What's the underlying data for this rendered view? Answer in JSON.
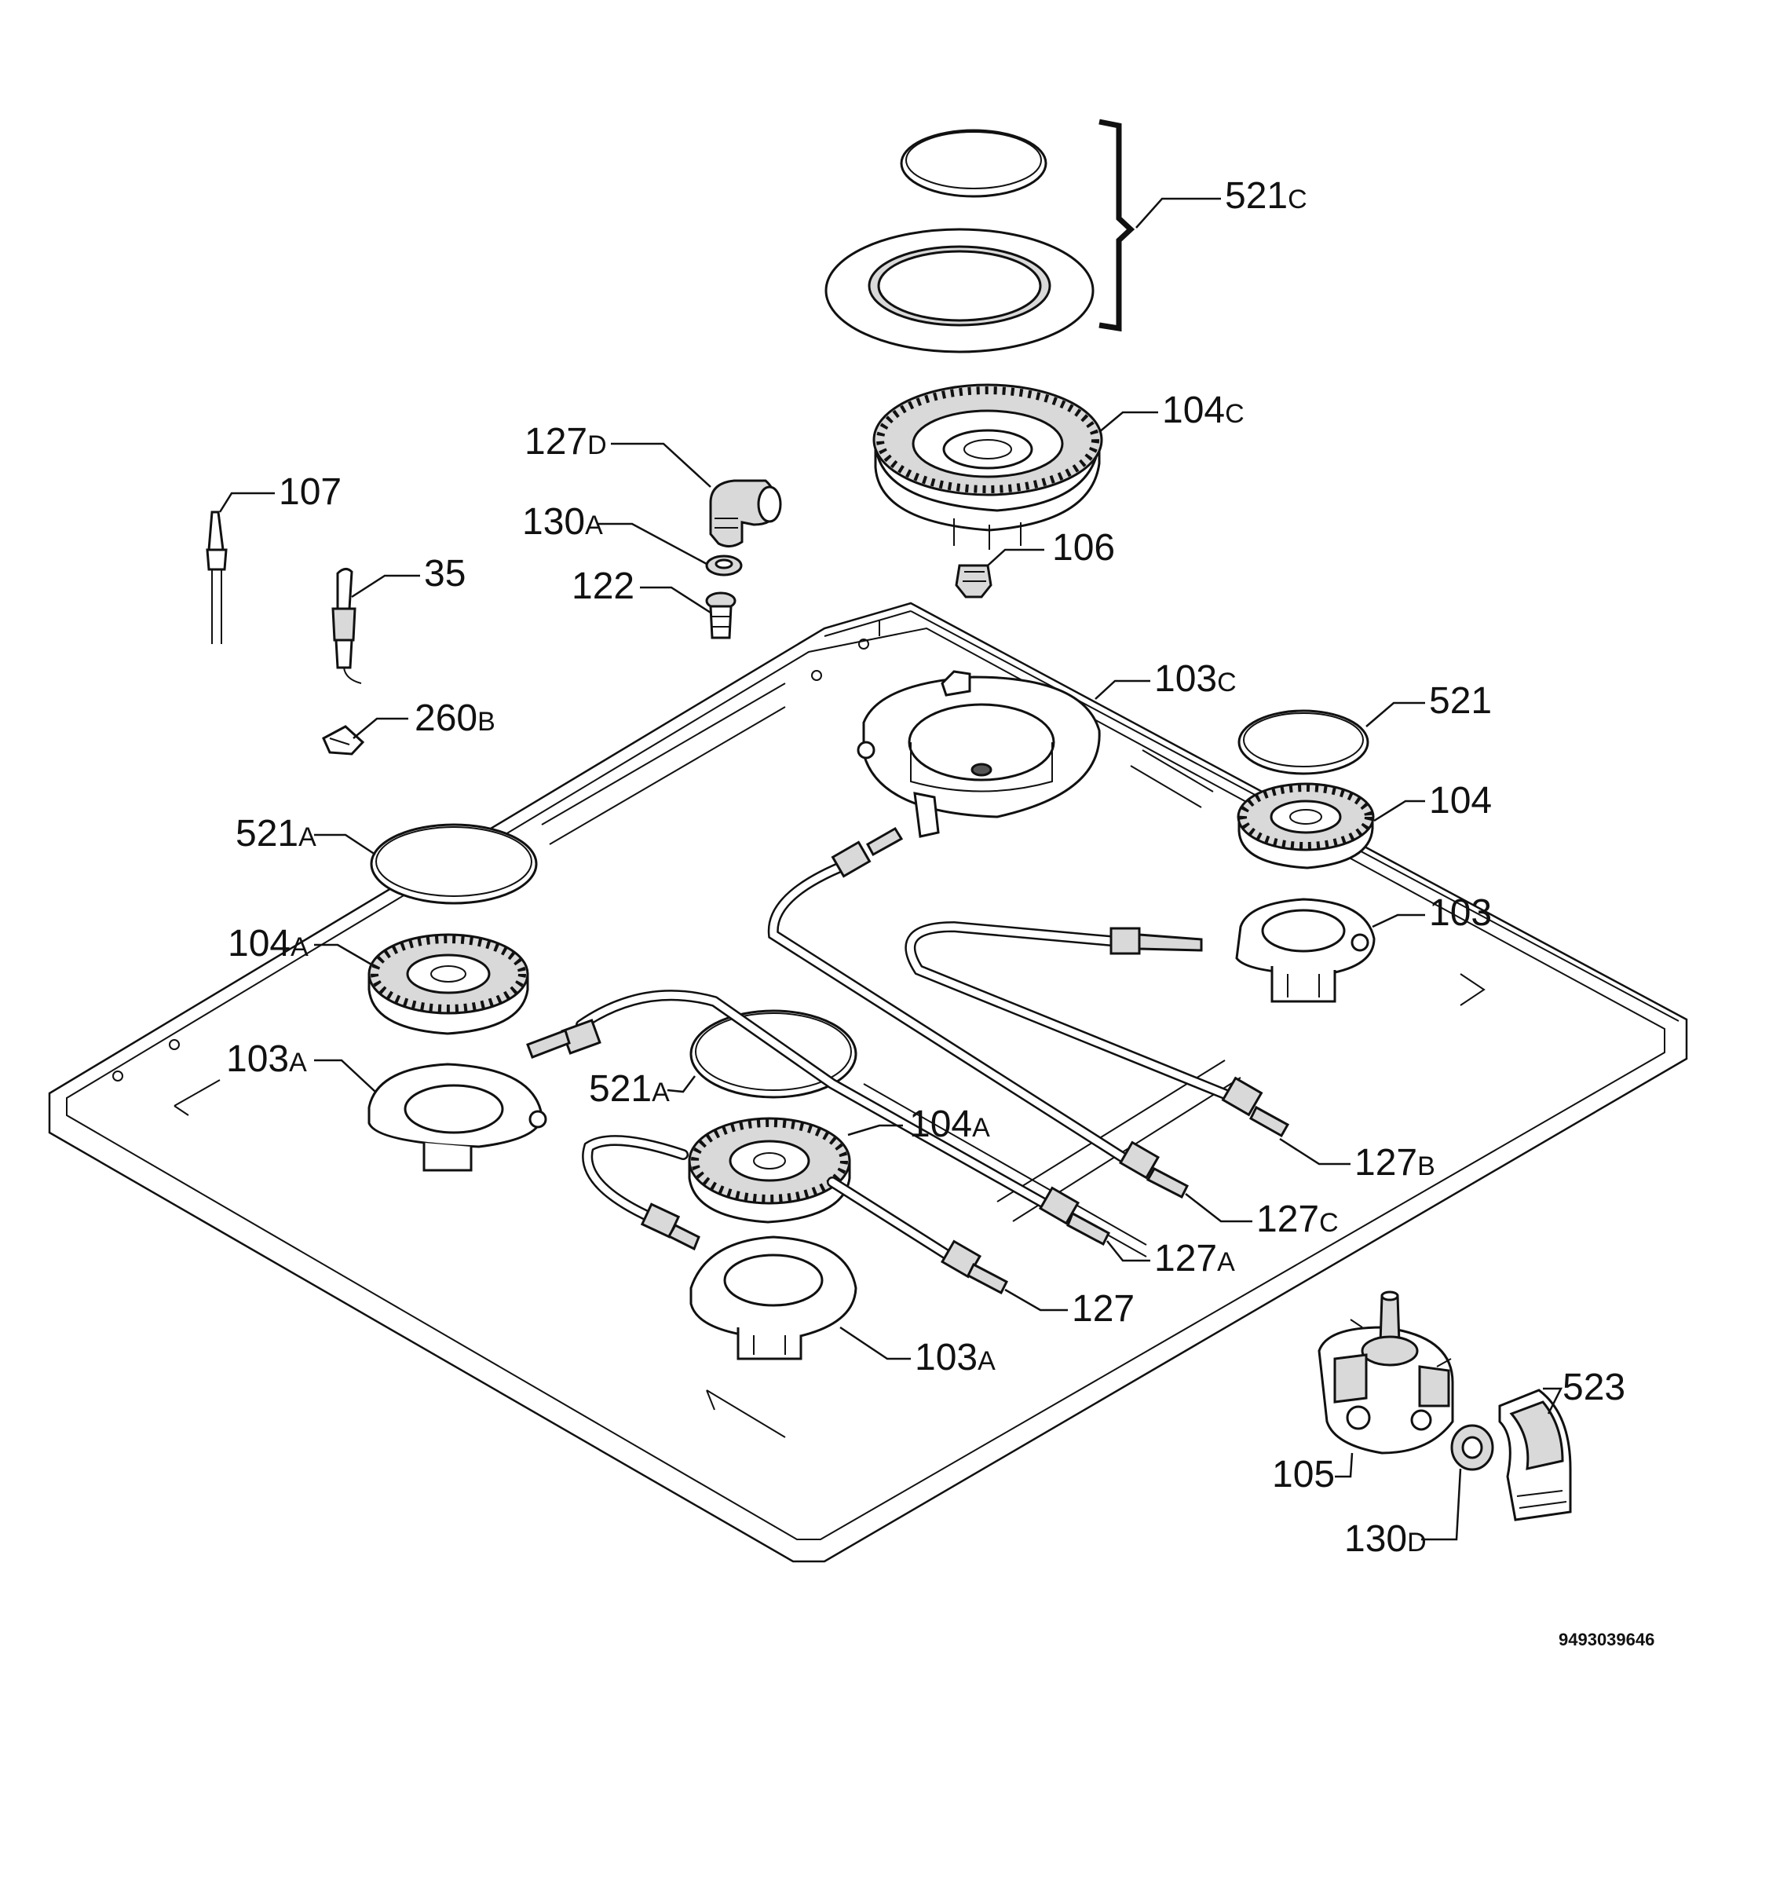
{
  "doc_id": "9493039646",
  "labels": {
    "l521c": {
      "num": "521",
      "sfx": "C"
    },
    "l104c": {
      "num": "104",
      "sfx": "C"
    },
    "l127d": {
      "num": "127",
      "sfx": "D"
    },
    "l107": {
      "num": "107",
      "sfx": ""
    },
    "l130a": {
      "num": "130",
      "sfx": "A"
    },
    "l35": {
      "num": "35",
      "sfx": ""
    },
    "l122": {
      "num": "122",
      "sfx": ""
    },
    "l106": {
      "num": "106",
      "sfx": ""
    },
    "l260b": {
      "num": "260",
      "sfx": "B"
    },
    "l103c": {
      "num": "103",
      "sfx": "C"
    },
    "l521": {
      "num": "521",
      "sfx": ""
    },
    "l104": {
      "num": "104",
      "sfx": ""
    },
    "l521a_left": {
      "num": "521",
      "sfx": "A"
    },
    "l103": {
      "num": "103",
      "sfx": ""
    },
    "l104a_left": {
      "num": "104",
      "sfx": "A"
    },
    "l103a_left": {
      "num": "103",
      "sfx": "A"
    },
    "l521a_mid": {
      "num": "521",
      "sfx": "A"
    },
    "l104a_mid": {
      "num": "104",
      "sfx": "A"
    },
    "l127b": {
      "num": "127",
      "sfx": "B"
    },
    "l127c": {
      "num": "127",
      "sfx": "C"
    },
    "l127a": {
      "num": "127",
      "sfx": "A"
    },
    "l127": {
      "num": "127",
      "sfx": ""
    },
    "l103a_mid": {
      "num": "103",
      "sfx": "A"
    },
    "l523": {
      "num": "523",
      "sfx": ""
    },
    "l105": {
      "num": "105",
      "sfx": ""
    },
    "l130d": {
      "num": "130",
      "sfx": "D"
    }
  }
}
